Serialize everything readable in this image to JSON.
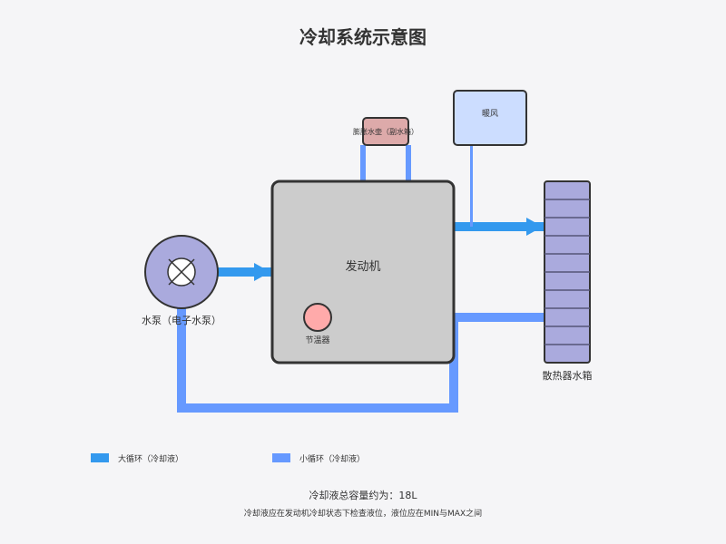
{
  "diagram": {
    "title": "冷却系统示意图",
    "components": {
      "water_pump": {
        "label": "水泵（电子水泵）"
      },
      "engine": {
        "label": "发动机"
      },
      "thermostat": {
        "label": "节温器"
      },
      "expansion_tank": {
        "label": "膨胀水壶（副水箱）"
      },
      "heater": {
        "label": "暖风"
      },
      "radiator": {
        "label": "散热器水箱"
      }
    },
    "legend": [
      {
        "label": "大循环（冷却液）",
        "color": "#3399ee"
      },
      {
        "label": "小循环（冷却液）",
        "color": "#6699ff"
      }
    ],
    "footer": {
      "line1": "冷却液总容量约为：18L",
      "line2": "冷却液应在发动机冷却状态下检查液位，液位应在MIN与MAX之间"
    },
    "colors": {
      "main_flow": "#3399ee",
      "secondary_flow": "#6699ff",
      "engine_fill": "#cccccc",
      "pump_fill": "#aaaadd",
      "radiator_fill": "#aaaadd",
      "tank_fill": "#ddaaaa",
      "heater_fill": "#ccddff",
      "thermostat_fill": "#ffaaaa",
      "outline": "#333333",
      "background": "#f5f5f7"
    }
  }
}
